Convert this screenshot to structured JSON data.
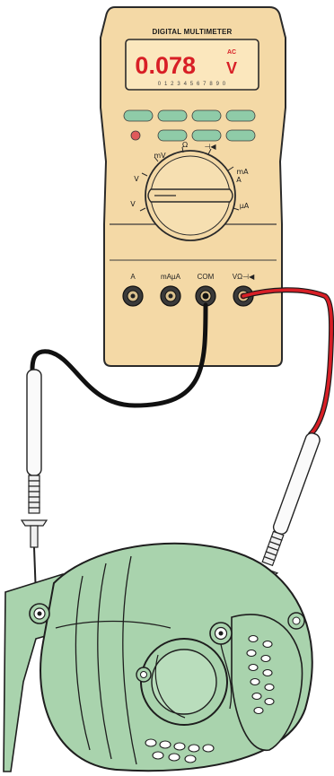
{
  "meter": {
    "brand_text": "DIGITAL MULTIMETER",
    "display": {
      "reading": "0.078",
      "unit": "V",
      "mode": "AC",
      "scale": "0 1 2 3 4 5 6 7 8 9 0"
    },
    "dial_labels": {
      "mv": "mV",
      "ohm": "Ω",
      "diode": "⊣◀",
      "v_dc": "V",
      "v_ac": "V",
      "ma_a": "mA",
      "a": "A",
      "ua": "µA"
    },
    "jacks": [
      {
        "label": "A"
      },
      {
        "label": "mAµA"
      },
      {
        "label": "COM"
      },
      {
        "label": "VΩ⊣◀"
      }
    ]
  },
  "colors": {
    "meter_body": "#f4d9a6",
    "display_bg": "#fbe7bd",
    "reading": "#d81f26",
    "buttons": "#8fcba8",
    "red_lead": "#d81f26",
    "black_lead": "#1a1a1a",
    "alternator": "#a9d3ad"
  },
  "icons": {
    "power_button": "red-dot-button",
    "probe": "test-probe"
  }
}
